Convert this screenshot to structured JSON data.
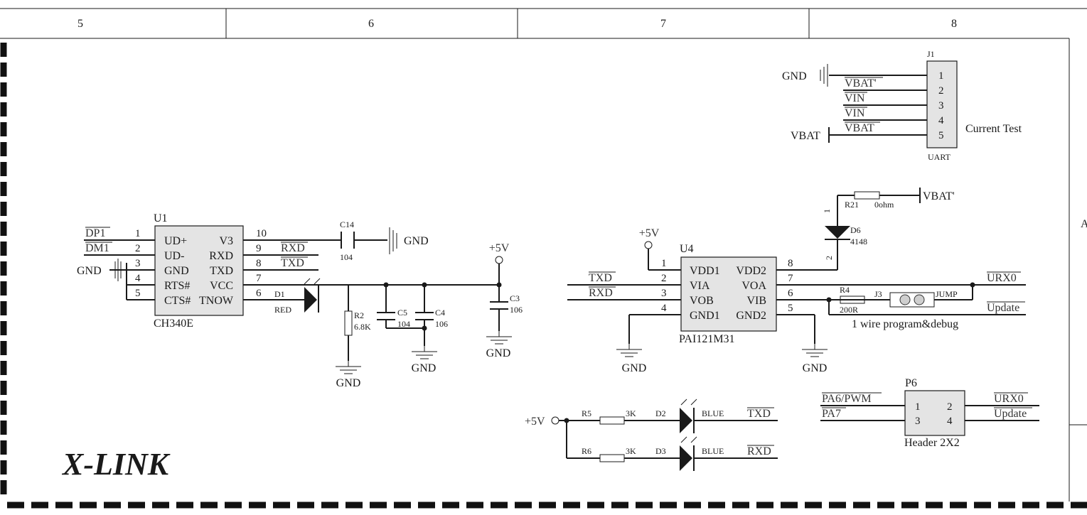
{
  "frame": {
    "columns": [
      "5",
      "6",
      "7",
      "8"
    ],
    "row_mark": "A"
  },
  "title": "X-LINK",
  "u1": {
    "ref": "U1",
    "part": "CH340E",
    "left_pins": [
      {
        "num": "1",
        "name": "UD+",
        "net": "DP1"
      },
      {
        "num": "2",
        "name": "UD-",
        "net": "DM1"
      },
      {
        "num": "3",
        "name": "GND",
        "net": ""
      },
      {
        "num": "4",
        "name": "RTS#",
        "net": ""
      },
      {
        "num": "5",
        "name": "CTS#",
        "net": ""
      }
    ],
    "right_pins": [
      {
        "num": "10",
        "name": "V3",
        "net": ""
      },
      {
        "num": "9",
        "name": "RXD",
        "net": "RXD"
      },
      {
        "num": "8",
        "name": "TXD",
        "net": "TXD"
      },
      {
        "num": "7",
        "name": "VCC",
        "net": ""
      },
      {
        "num": "6",
        "name": "TNOW",
        "net": ""
      }
    ]
  },
  "u4": {
    "ref": "U4",
    "part": "PAI121M31",
    "left_pins": [
      {
        "num": "1",
        "name": "VDD1",
        "net": ""
      },
      {
        "num": "2",
        "name": "VIA",
        "net": "TXD"
      },
      {
        "num": "3",
        "name": "VOB",
        "net": "RXD"
      },
      {
        "num": "4",
        "name": "GND1",
        "net": ""
      }
    ],
    "right_pins": [
      {
        "num": "8",
        "name": "VDD2",
        "net": ""
      },
      {
        "num": "7",
        "name": "VOA",
        "net": "URX0"
      },
      {
        "num": "6",
        "name": "VIB",
        "net": ""
      },
      {
        "num": "5",
        "name": "GND2",
        "net": ""
      }
    ]
  },
  "j1": {
    "ref": "J1",
    "label": "UART",
    "note": "Current Test",
    "pins": [
      {
        "num": "1",
        "net": ""
      },
      {
        "num": "2",
        "net": "VBAT'"
      },
      {
        "num": "3",
        "net": "VIN"
      },
      {
        "num": "4",
        "net": "VIN"
      },
      {
        "num": "5",
        "net": "VBAT"
      }
    ]
  },
  "p6": {
    "ref": "P6",
    "label": "Header 2X2",
    "pins": [
      "1",
      "2",
      "3",
      "4"
    ],
    "left_nets": [
      "PA6/PWM",
      "PA7"
    ],
    "right_nets": [
      "URX0",
      "Update"
    ]
  },
  "parts": {
    "c14": {
      "ref": "C14",
      "value": "104"
    },
    "c5": {
      "ref": "C5",
      "value": "104"
    },
    "c4": {
      "ref": "C4",
      "value": "106"
    },
    "c3": {
      "ref": "C3",
      "value": "106"
    },
    "r2": {
      "ref": "R2",
      "value": "6.8K"
    },
    "d1": {
      "ref": "D1",
      "value": "RED"
    },
    "r21": {
      "ref": "R21",
      "value": "0ohm"
    },
    "d6": {
      "ref": "D6",
      "value": "4148",
      "pin_a": "1",
      "pin_k": "2"
    },
    "r4": {
      "ref": "R4",
      "value": "200R"
    },
    "j3": {
      "ref": "J3",
      "value": "JUMP"
    },
    "r5": {
      "ref": "R5",
      "value": "3K"
    },
    "r6": {
      "ref": "R6",
      "value": "3K"
    },
    "d2": {
      "ref": "D2",
      "value": "BLUE"
    },
    "d3": {
      "ref": "D3",
      "value": "BLUE"
    }
  },
  "labels": {
    "gnd": "GND",
    "p5v": "+5V",
    "vbat": "VBAT",
    "vbatp": "VBAT'",
    "txd": "TXD",
    "rxd": "RXD",
    "urx0": "URX0",
    "update": "Update",
    "debug": "1 wire program&debug"
  }
}
